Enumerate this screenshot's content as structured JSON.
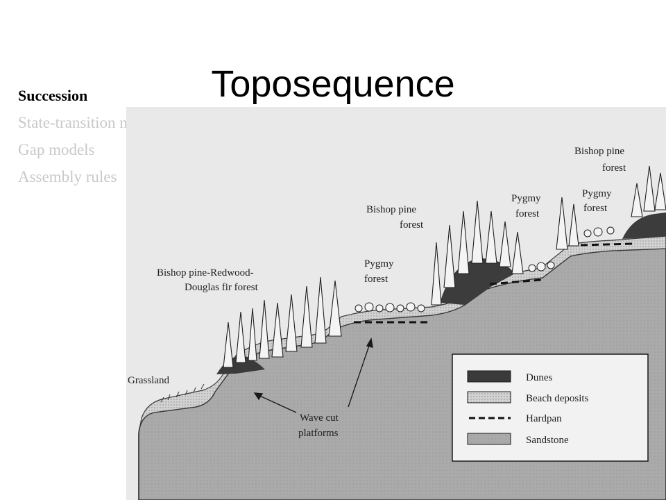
{
  "slide": {
    "title": "Toposequence",
    "bullets": [
      {
        "text": "Succession",
        "active": true
      },
      {
        "text": "State-transition models",
        "active": false
      },
      {
        "text": "Gap models",
        "active": false
      },
      {
        "text": "Assembly rules",
        "active": false
      }
    ]
  },
  "figure": {
    "labels": {
      "grassland": "Grassland",
      "bishop_redwood_1": "Bishop pine-Redwood-",
      "bishop_redwood_2": "Douglas fir forest",
      "pygmy_1a": "Pygmy",
      "pygmy_1b": "forest",
      "bishop_1a": "Bishop pine",
      "bishop_1b": "forest",
      "pygmy_2a": "Pygmy",
      "pygmy_2b": "forest",
      "pygmy_3a": "Pygmy",
      "pygmy_3b": "forest",
      "bishop_2a": "Bishop pine",
      "bishop_2b": "forest",
      "wave_1": "Wave cut",
      "wave_2": "platforms"
    },
    "legend": [
      {
        "label": "Dunes",
        "pattern": "dunes"
      },
      {
        "label": "Beach deposits",
        "pattern": "beach"
      },
      {
        "label": "Hardpan",
        "pattern": "hardpan"
      },
      {
        "label": "Sandstone",
        "pattern": "sandstone"
      }
    ],
    "colors": {
      "sandstone": "#a9a9a9",
      "beach": "#cfcfcf",
      "dunes": "#3a3a3a",
      "paper": "#e8e8e8"
    }
  }
}
